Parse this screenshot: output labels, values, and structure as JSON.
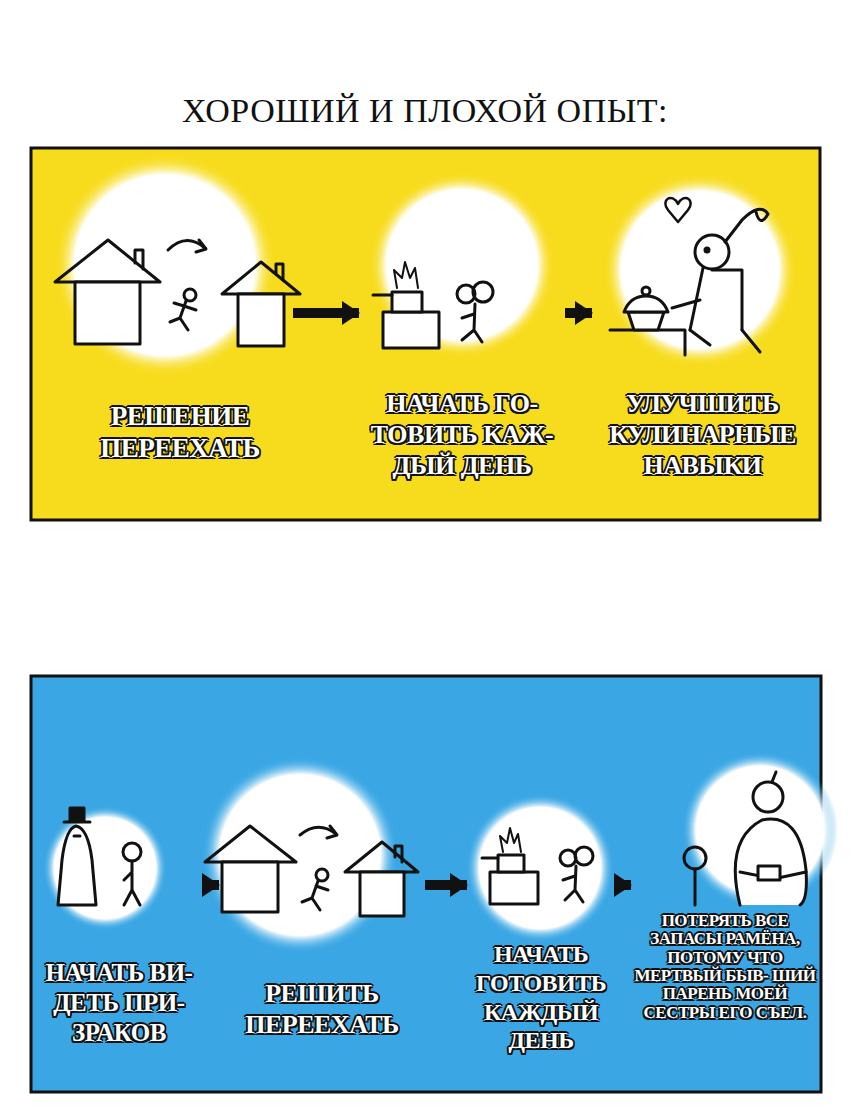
{
  "diagram": {
    "title": "ХОРОШИЙ И ПЛОХОЙ ОПЫТ:",
    "nodes": [
      {
        "text": [
          "РЕШЕНИЕ ПЕРЕЕХАТЬ"
        ]
      },
      {
        "text": [
          "НАЧАТЬ ГО- ТОВИТЬ КАЖ- ДЫЙ ДЕНЬ"
        ]
      },
      {
        "text": [
          "УЛУЧШИТЬ КУЛИНАРНЫЕ НАВЫКИ"
        ]
      },
      {
        "text": [
          "НАЧАТЬ ВИ- ДЕТЬ ПРИ- ЗРАКОВ"
        ]
      },
      {
        "text": [
          "РЕШИТЬ ПЕРЕЕХАТЬ"
        ]
      },
      {
        "text": [
          "НАЧАТЬ ГОТОВИТЬ КАЖДЫЙ ДЕНЬ"
        ]
      },
      {
        "text": [
          "ПОТЕРЯТЬ ВСЕ ЗАПАСЫ РАМЁНА, ПОТОМУ ЧТО МЕРТВЫЙ БЫВ- ШИЙ ПАРЕНЬ МОЕЙ СЕСТРЫ ЕГО СЪЕЛ."
        ]
      }
    ],
    "edges": [
      {
        "from": 0,
        "to": 1,
        "arrow": "to"
      },
      {
        "from": 1,
        "to": 2,
        "arrow": "to"
      },
      {
        "from": 3,
        "to": 4,
        "arrow": "to"
      },
      {
        "from": 4,
        "to": 5,
        "arrow": "to"
      },
      {
        "from": 5,
        "to": 6,
        "arrow": "to"
      }
    ]
  }
}
